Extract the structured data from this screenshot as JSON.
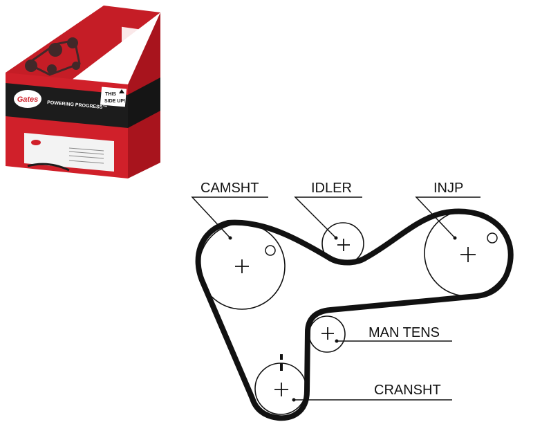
{
  "colors": {
    "belt": "#111111",
    "box_red": "#d0202a",
    "box_dark": "#1c1c1c",
    "box_white": "#f3f3f3"
  },
  "product_box": {
    "brand": "Gates",
    "slogan": "POWERING PROGRESS™",
    "orientation_label_line1": "THIS",
    "orientation_label_line2": "SIDE UP!",
    "side_icon": "arrow-up-icon"
  },
  "diagram": {
    "labels": {
      "camshaft": "CAMSHT",
      "idler": "IDLER",
      "injection_pump": "INJP",
      "manual_tensioner": "MAN TENS",
      "crankshaft": "CRANSHT"
    }
  }
}
